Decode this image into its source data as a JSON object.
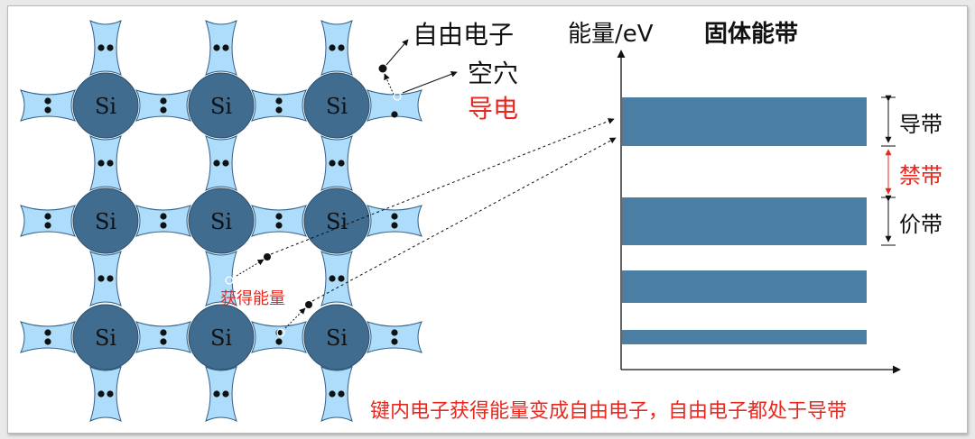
{
  "lattice": {
    "atom_label": "Si",
    "rows": 3,
    "cols": 3,
    "atom_color": "#3f6c8f",
    "bond_color": "#aedcfb"
  },
  "annotations": {
    "free_electron": "自由电子",
    "hole": "空穴",
    "conduction": "导电",
    "gain_energy": "获得能量"
  },
  "band_chart": {
    "ylabel": "能量/eV",
    "title": "固体能带",
    "bands": [
      {
        "name": "conduction-band",
        "level": 4
      },
      {
        "name": "valence-band",
        "level": 3
      },
      {
        "name": "lower-band-1",
        "level": 2
      },
      {
        "name": "lower-band-2",
        "level": 1
      }
    ],
    "labels": {
      "conduction_band": "导带",
      "forbidden_band": "禁带",
      "valence_band": "价带"
    },
    "band_color": "#4b7ea3"
  },
  "caption": "键内电子获得能量变成自由电子，自由电子都处于导带",
  "colors": {
    "highlight": "#e8271f",
    "text": "#111111"
  }
}
